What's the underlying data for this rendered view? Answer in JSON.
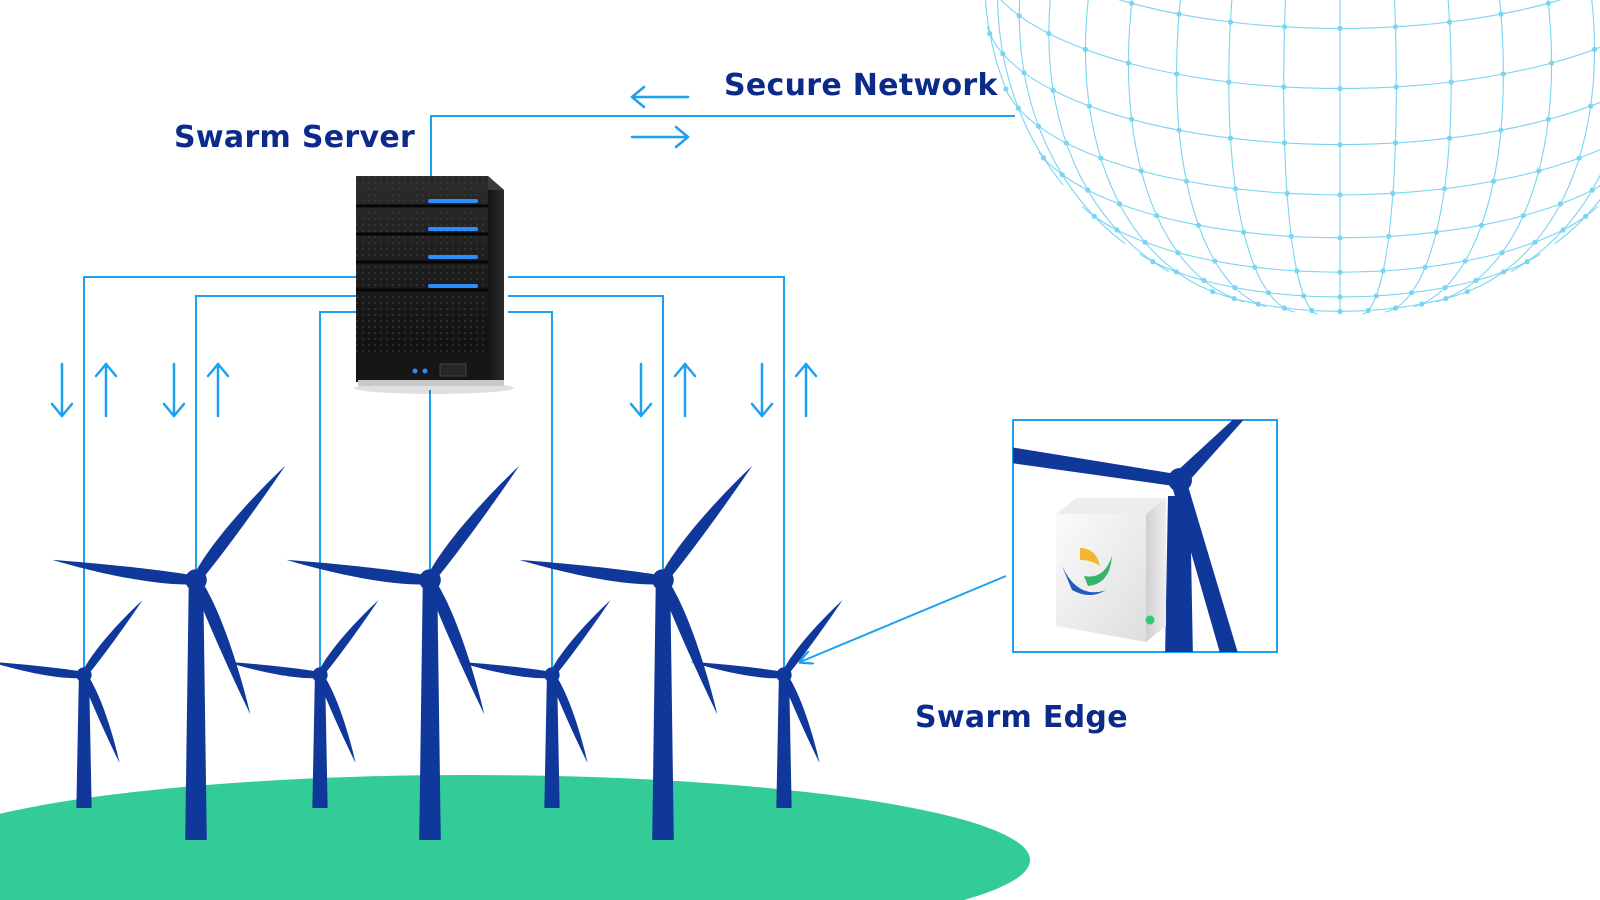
{
  "labels": {
    "swarm_server": "Swarm Server",
    "secure_network": "Secure Network",
    "swarm_edge": "Swarm Edge"
  },
  "icons": {
    "server": "server-tower-icon",
    "network": "globe-mesh-icon",
    "turbine": "wind-turbine-icon",
    "edge_device": "edge-device-box-icon"
  },
  "colors": {
    "label_text": "#0b2a8a",
    "link_line": "#1ea0f0",
    "turbine": "#10389a",
    "ground": "#33cc99",
    "globe_mesh": "#7ad4f2",
    "server_led": "#2f8cff",
    "edge_led": "#2ecc71"
  },
  "turbine_count": 7
}
